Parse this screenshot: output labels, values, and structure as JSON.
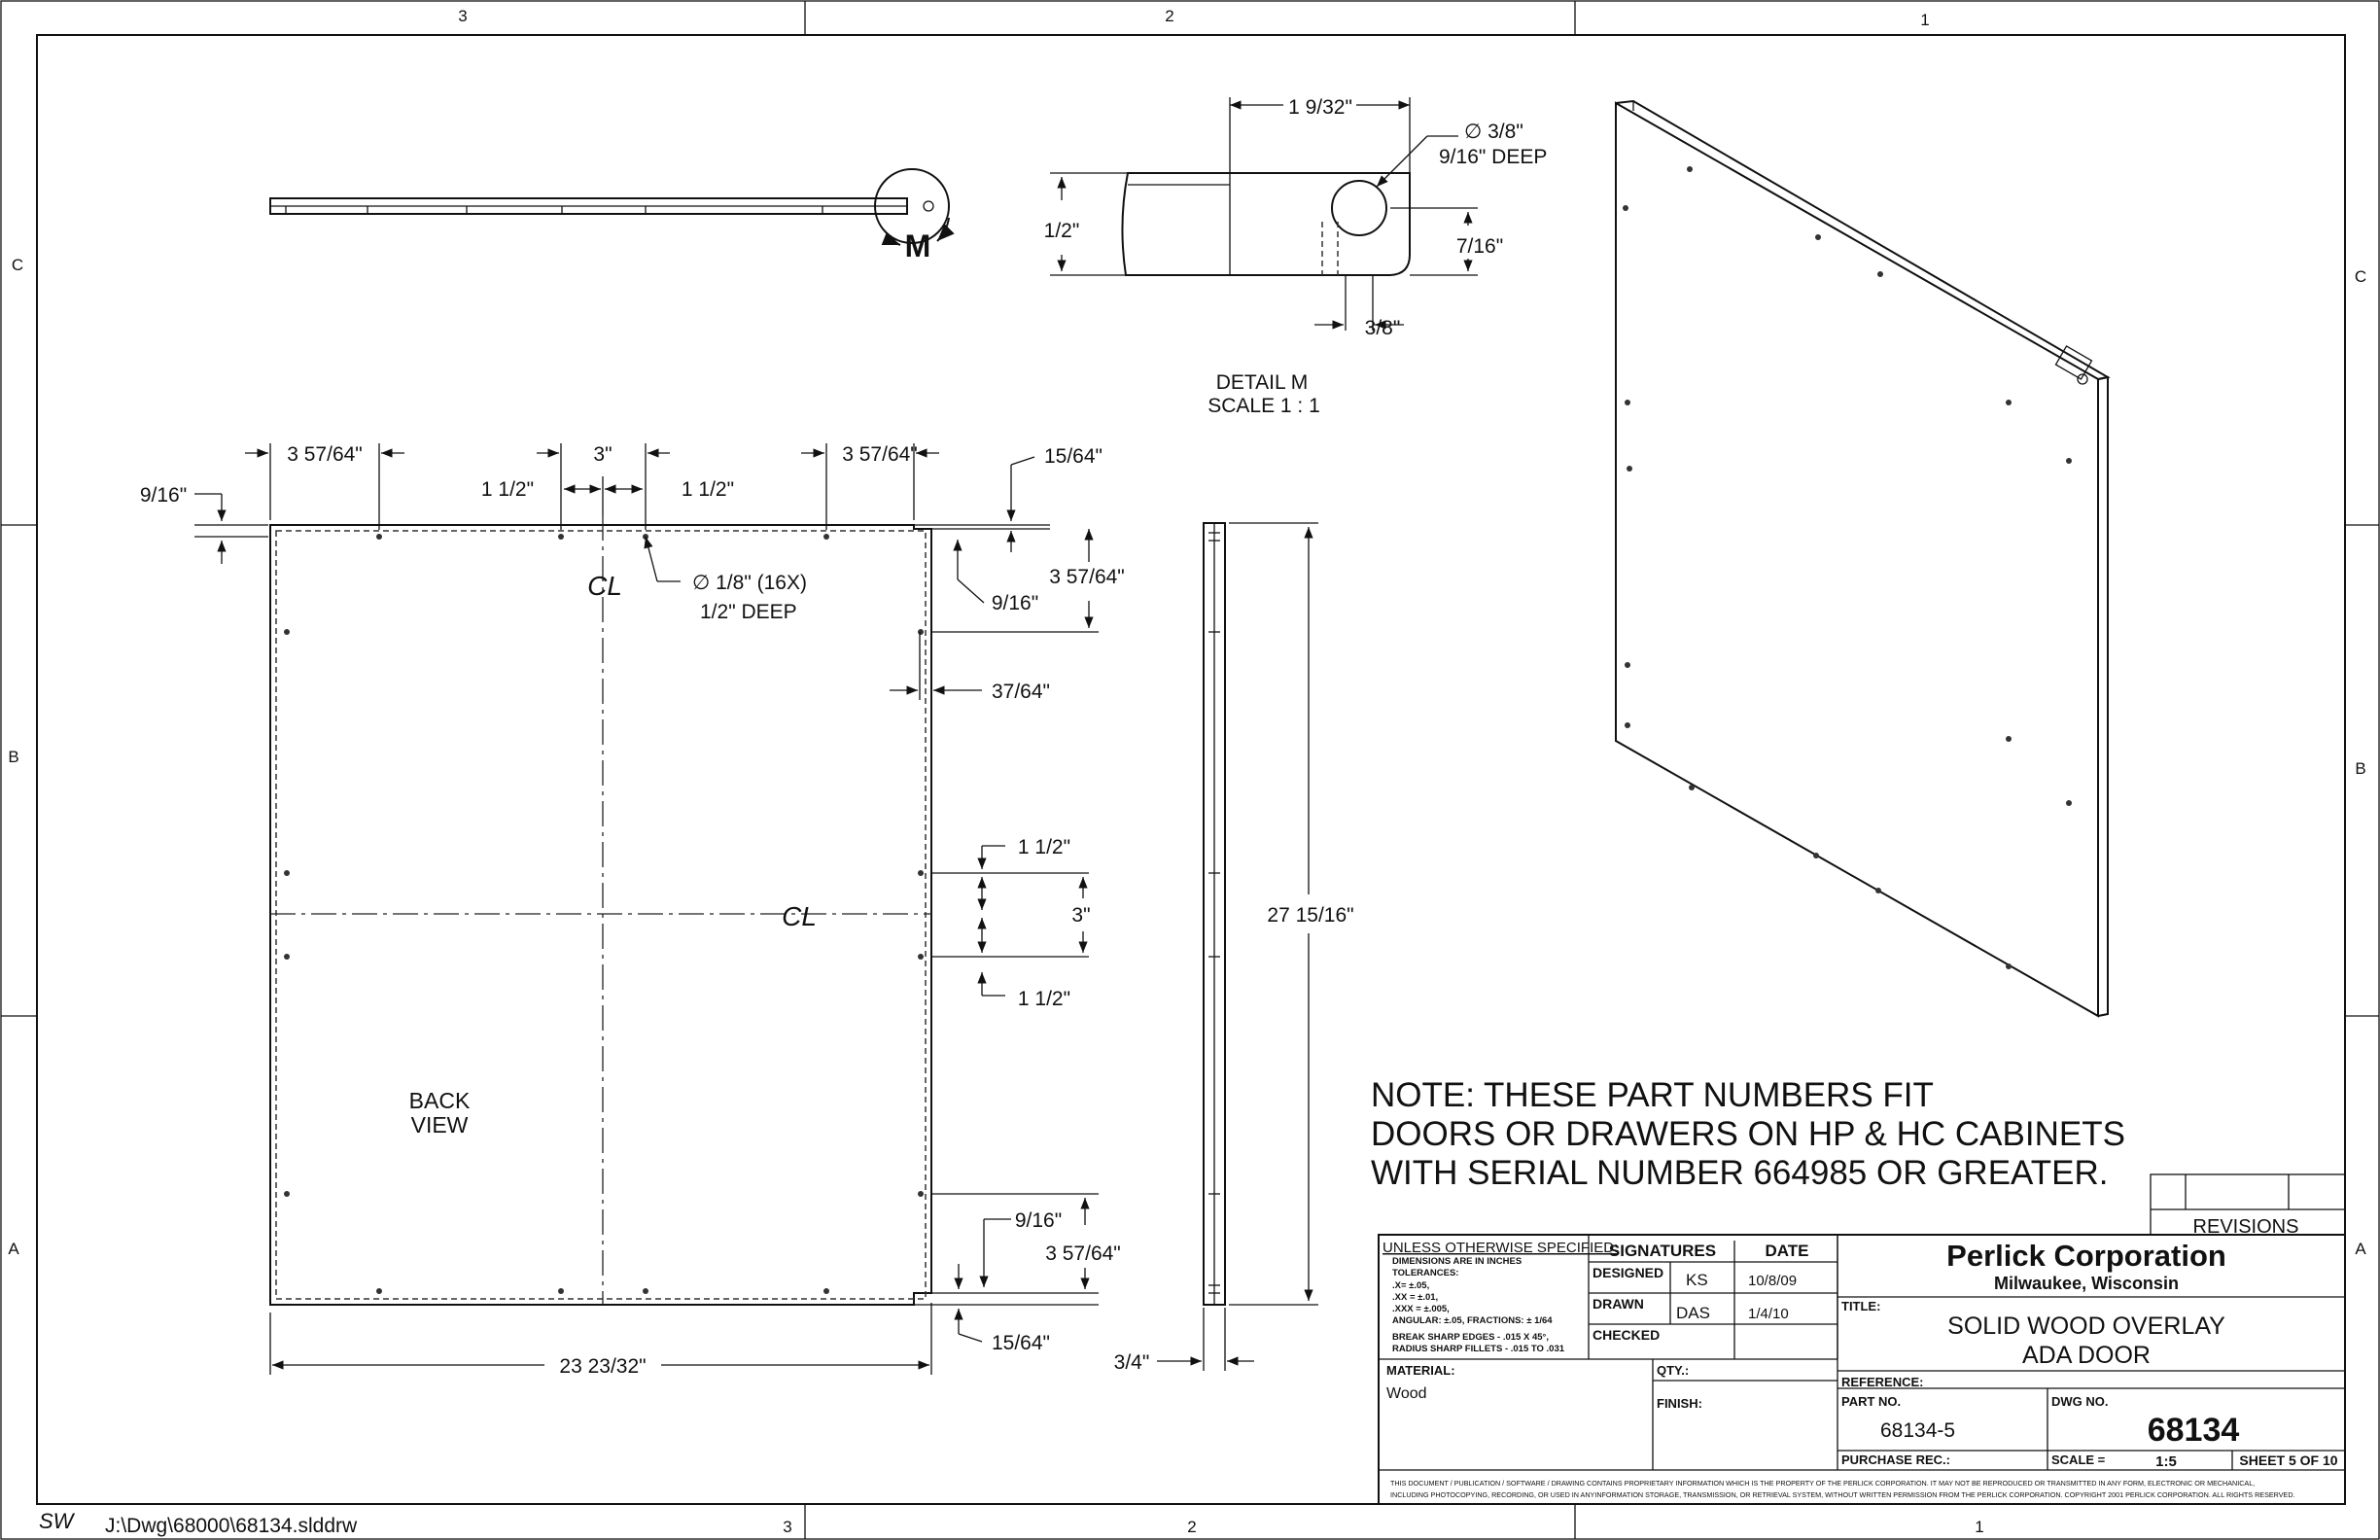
{
  "zones": {
    "top": [
      "3",
      "2",
      "1"
    ],
    "bottom": [
      "3",
      "2",
      "1"
    ],
    "left": [
      "C",
      "B",
      "A"
    ],
    "right": [
      "C",
      "B",
      "A"
    ]
  },
  "file": {
    "sw_mark": "SW",
    "path": "J:\\Dwg\\68000\\68134.slddrw"
  },
  "top_view": {
    "detail_label": "M"
  },
  "detail": {
    "d_width": "1 9/32\"",
    "d_hole": "∅ 3/8\"",
    "d_hole_deep": "9/16\" DEEP",
    "d_height": "1/2\"",
    "d_hole_height": "7/16\"",
    "d_hole_offset": "3/8\"",
    "title": "DETAIL M",
    "scale": "SCALE 1 : 1"
  },
  "back_view": {
    "label1": "BACK",
    "label2": "VIEW",
    "d_left_top": "3 57/64\"",
    "d_mid_top": "3\"",
    "d_right_top": "3 57/64\"",
    "d_half_left": "1 1/2\"",
    "d_half_right": "1 1/2\"",
    "d_9_16_left": "9/16\"",
    "d_15_64_top": "15/64\"",
    "d_3_57_64_right_top": "3 57/64\"",
    "d_9_16_right_top": "9/16\"",
    "hole_note1": "∅ 1/8\" (16X)",
    "hole_note2": "1/2\" DEEP",
    "d_37_64": "37/64\"",
    "d_1_1_2_upper": "1 1/2\"",
    "d_3_mid": "3\"",
    "d_1_1_2_lower": "1 1/2\"",
    "d_9_16_bottom": "9/16\"",
    "d_3_57_64_bottom": "3 57/64\"",
    "d_15_64_bottom": "15/64\"",
    "d_width": "23 23/32\"",
    "centerline": "CL"
  },
  "side_view": {
    "d_height": "27 15/16\"",
    "d_thickness": "3/4\""
  },
  "note": {
    "line1": "NOTE:  THESE PART NUMBERS FIT",
    "line2": "DOORS OR DRAWERS ON HP & HC CABINETS",
    "line3": "WITH SERIAL NUMBER 664985 OR GREATER."
  },
  "title_block": {
    "revisions": "REVISIONS",
    "unless": "UNLESS OTHERWISE SPECIFIED:",
    "tol1": "DIMENSIONS ARE IN INCHES",
    "tol2": "TOLERANCES:",
    "tol3": ".X= ±.05,",
    "tol4": ".XX = ±.01,",
    "tol5": ".XXX = ±.005,",
    "tol6": "ANGULAR: ±.05,  FRACTIONS: ± 1/64",
    "tol7": "BREAK SHARP EDGES - .015 X 45°,",
    "tol8": "RADIUS SHARP FILLETS - .015 TO .031",
    "signatures": "SIGNATURES",
    "date": "DATE",
    "designed": "DESIGNED",
    "designed_by": "KS",
    "designed_date": "10/8/09",
    "drawn": "DRAWN",
    "drawn_by": "DAS",
    "drawn_date": "1/4/10",
    "checked": "CHECKED",
    "company": "Perlick Corporation",
    "city": "Milwaukee, Wisconsin",
    "title_label": "TITLE:",
    "title1": "SOLID WOOD OVERLAY",
    "title2": "ADA DOOR",
    "material_label": "MATERIAL:",
    "material": "Wood",
    "qty_label": "QTY.:",
    "finish_label": "FINISH:",
    "reference_label": "REFERENCE:",
    "part_no_label": "PART NO.",
    "part_no": "68134-5",
    "dwg_no_label": "DWG NO.",
    "dwg_no": "68134",
    "purchase_label": "PURCHASE REC.:",
    "scale_label": "SCALE =",
    "scale": "1:5",
    "sheet": "SHEET 5 OF 10",
    "disclaimer1": "THIS DOCUMENT / PUBLICATION / SOFTWARE / DRAWING  CONTAINS PROPRIETARY INFORMATION WHICH IS THE PROPERTY OF THE PERLICK CORPORATION. IT MAY NOT BE REPRODUCED OR TRANSMITTED IN ANY FORM, ELECTRONIC OR MECHANICAL,",
    "disclaimer2": "INCLUDING  PHOTOCOPYING, RECORDING, OR USED IN ANYINFORMATION STORAGE, TRANSMISSION, OR RETRIEVAL SYSTEM, WITHOUT WRITTEN PERMISSION FROM THE PERLICK CORPORATION. COPYRIGHT 2001 PERLICK CORPORATION. ALL RIGHTS RESERVED."
  }
}
